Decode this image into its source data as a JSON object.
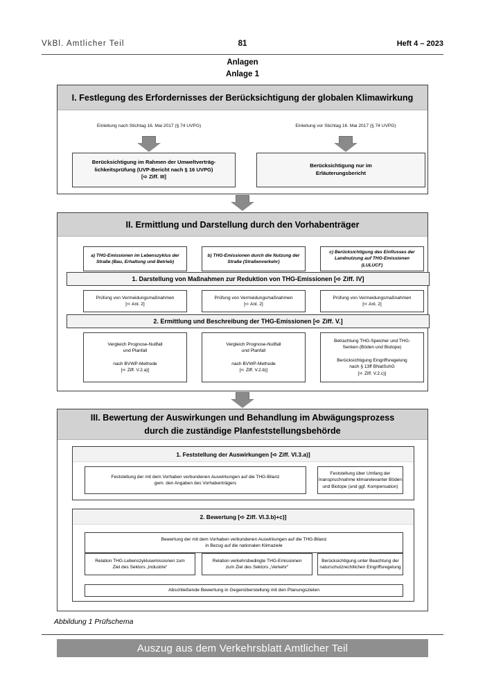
{
  "header": {
    "left": "VkBl. Amtlicher Teil",
    "page_number": "81",
    "right": "Heft 4 – 2023",
    "anlagen": "Anlagen",
    "anlage": "Anlage 1"
  },
  "section1": {
    "title": "I. Festlegung des Erfordernisses der Berücksichtigung der globalen Klimawirkung",
    "caption_left": "Einleitung nach Stichtag 16. Mai 2017 (§ 74 UVPG)",
    "caption_right": "Einleitung vor Stichtag 16. Mai 2017 (§ 74 UVPG)",
    "box_left": "Berücksichtigung im Rahmen der Umweltverträg-\nlichkeitsprüfung (UVP-Bericht nach § 16 UVPG)\n[➪ Ziff. III]",
    "box_right": "Berücksichtigung nur im\nErläuterungsbericht"
  },
  "section2": {
    "title": "II. Ermittlung und Darstellung durch den Vorhabenträger",
    "columns": [
      {
        "head": "a) THG-Emissionen im Lebenszyklus der\nStraße (Bau, Erhaltung und Betrieb)",
        "mid": "Prüfung von Vermeidungsmaßnahmen\n[➪ Anl. 2]",
        "low": "Vergleich Prognose-Nullfall\nund Planfall\n\nnach BVWP-Methode\n[➪ Ziff. V.2.a)]"
      },
      {
        "head": "b) THG-Emissionen durch die Nutzung der\nStraße (Straßenverkehr)",
        "mid": "Prüfung von Vermeidungsmaßnahmen\n[➪ Anl. 2]",
        "low": "Vergleich Prognose-Nullfall\nund Planfall\n\nnach BVWP-Methode\n[➪ Ziff. V.2.b)]"
      },
      {
        "head": "c) Berücksichtigung des Einflusses der\nLandnutzung auf THG-Emissionen\n(LULUCF)",
        "mid": "Prüfung von Vermeidungsmaßnahmen\n[➪ Anl. 2]",
        "low": "Betrachtung THG-Speicher und THG-\nSenken (Böden und Biotope)\n\nBerücksichtigung Eingriffsregelung\nnach § 13ff BNatSchG\n[➪ Ziff. V.2.c)]"
      }
    ],
    "bar1": "1. Darstellung von Maßnahmen zur Reduktion von THG-Emissionen [➪ Ziff. IV]",
    "bar2": "2. Ermittlung und Beschreibung der THG-Emissionen [➪ Ziff. V.]"
  },
  "section3": {
    "title": "III. Bewertung der Auswirkungen und Behandlung im Abwägungsprozess\ndurch die zuständige Planfeststellungsbehörde",
    "block1": {
      "bar": "1. Feststellung der Auswirkungen [➪ Ziff. VI.3.a)]",
      "left": "Feststellung der mit dem Vorhaben verbundenen Auswirkungen auf die THG-Bilanz\ngem. den Angaben des Vorhabenträgers",
      "right": "Feststellung über Umfang der\nInanspruchnahme klimarelevanter Böden\nund Biotope (und ggf. Kompensation)"
    },
    "block2": {
      "bar": "2. Bewertung [➪ Ziff. VI.3.b)+c)]",
      "top": "Bewertung der mit dem Vorhaben verbundenen Auswirkungen auf die THG-Bilanz\nin Bezug auf die nationalen Klimaziele",
      "cells": [
        "Relation THG-Lebenszyklusemissionen zum\nZiel des Sektors „Industrie“",
        "Relation verkehrsbedingte THG-Emissionen\nzum Ziel des Sektors „Verkehr“",
        "Berücksichtigung unter Beachtung der\nnaturschutzrechtlichen Eingriffsregelung"
      ],
      "bottom": "Abschließende Bewertung in Gegenüberstellung mit den Planungszielen"
    }
  },
  "figure_caption": "Abbildung 1 Prüfschema",
  "footer_bar": "Auszug aus dem Verkehrsblatt Amtlicher Teil",
  "colors": {
    "section_head_gray": "#d2d2d2",
    "arrow_gray": "#8a8a8a",
    "footer_gray": "#8f8f8f",
    "border": "#3c3c3c"
  }
}
